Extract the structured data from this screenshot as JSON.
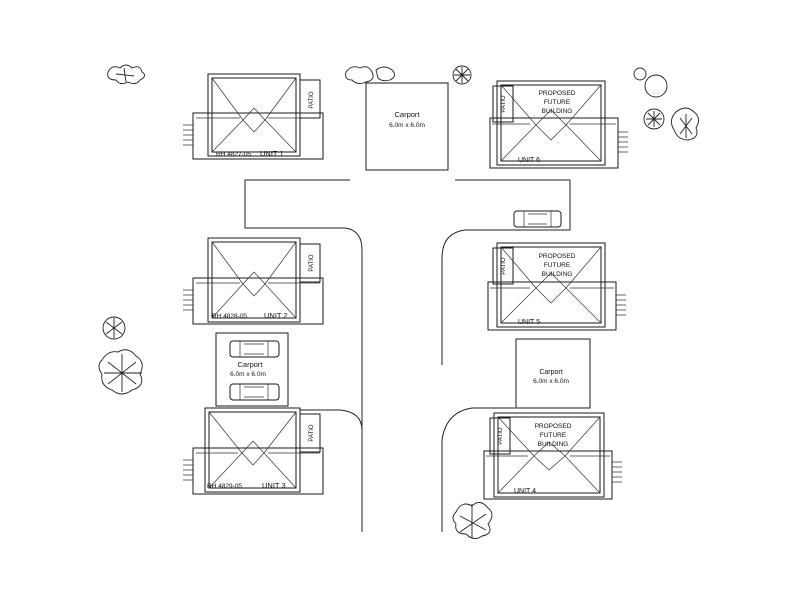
{
  "units": [
    {
      "name": "UNIT 1",
      "ref": "RH 4827-05",
      "patio": "PATIO"
    },
    {
      "name": "UNIT 2",
      "ref": "RH 4828-05",
      "patio": "PATIO"
    },
    {
      "name": "UNIT 3",
      "ref": "RH 4829-05",
      "patio": "PATIO"
    },
    {
      "name": "UNIT 4",
      "proposed": [
        "PROPOSED",
        "FUTURE",
        "BUILDING"
      ],
      "patio": "PATIO"
    },
    {
      "name": "UNIT 5",
      "proposed": [
        "PROPOSED",
        "FUTURE",
        "BUILDING"
      ],
      "patio": "PATIO"
    },
    {
      "name": "UNIT 6",
      "proposed": [
        "PROPOSED",
        "FUTURE",
        "BUILDING"
      ],
      "patio": "PATIO"
    }
  ],
  "carports": [
    {
      "title": "Carport",
      "size": "6.0m x 6.0m"
    },
    {
      "title": "Carport",
      "size": "6.0m x 6.0m"
    },
    {
      "title": "Carport",
      "size": "6.0m x 6.0m"
    }
  ]
}
